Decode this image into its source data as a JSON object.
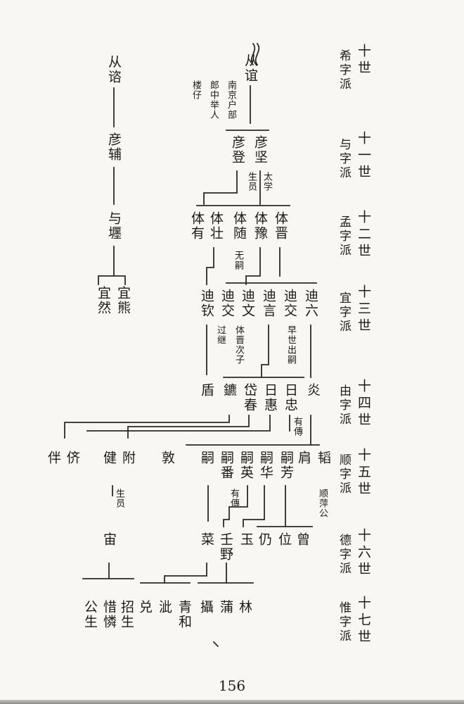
{
  "page_number": "156",
  "generations": [
    {
      "gen": "十世",
      "pai": "希字派"
    },
    {
      "gen": "十一世",
      "pai": "与字派"
    },
    {
      "gen": "十二世",
      "pai": "孟字派"
    },
    {
      "gen": "十三世",
      "pai": "宜字派"
    },
    {
      "gen": "十四世",
      "pai": "由字派"
    },
    {
      "gen": "十五世",
      "pai": "顺字派"
    },
    {
      "gen": "十六世",
      "pai": "德字派"
    },
    {
      "gen": "十七世",
      "pai": "惟字派"
    }
  ],
  "names": {
    "congluo": "从谘",
    "yanfu": "彦辅",
    "yuchan": "与壥",
    "yixiong": "宜熊",
    "yiran": "宜然",
    "congyi": "从谊",
    "yanjian": "彦坚",
    "yandeng": "彦登",
    "tijin": "体晋",
    "tiyu": "体豫",
    "tisui": "体随",
    "tizhuang": "体壮",
    "tiyou": "体有",
    "diliu": "迪六",
    "dijiao1": "迪交",
    "diyan": "迪言",
    "diwen": "迪文",
    "dijiao2": "迪交",
    "diqin": "迪钦",
    "yan": "炎",
    "rizhong": "日忠",
    "rihui": "日惠",
    "daichun": "岱春",
    "biao": "鑣",
    "dun": "盾",
    "tao": "韬",
    "jian": "肩",
    "sifang": "嗣芳",
    "sihua": "嗣华",
    "siying": "嗣英",
    "sifan": "嗣番",
    "si": "嗣",
    "dun2": "敦",
    "fu": "附",
    "jianp": "健",
    "ji": "侪",
    "ban": "伴",
    "zeng": "曾",
    "wei": "位",
    "reng": "仍",
    "yu": "玉",
    "renye": "壬野",
    "cai": "菜",
    "zhou": "宙",
    "lin": "林",
    "pu": "蒲",
    "she": "攝",
    "qinghe": "青和",
    "zhi": "泚",
    "dui": "兑",
    "zhaosheng": "招生",
    "xilian": "惜憐",
    "gongsheng": "公生"
  },
  "notes": {
    "congyi_note1": "南京户部",
    "congyi_note2": "郎中举人",
    "congyi_note3": "楼仔",
    "taixue": "太学",
    "shengyuan": "生员",
    "wusi": "无嗣",
    "zaoshi": "早世出嗣",
    "tijin_cizi": "体晋次子",
    "guoji": "过继",
    "youzhuan1": "有傳",
    "youzhuan2": "有傳",
    "shunping": "顺萍公",
    "shengyuan2": "生员"
  }
}
